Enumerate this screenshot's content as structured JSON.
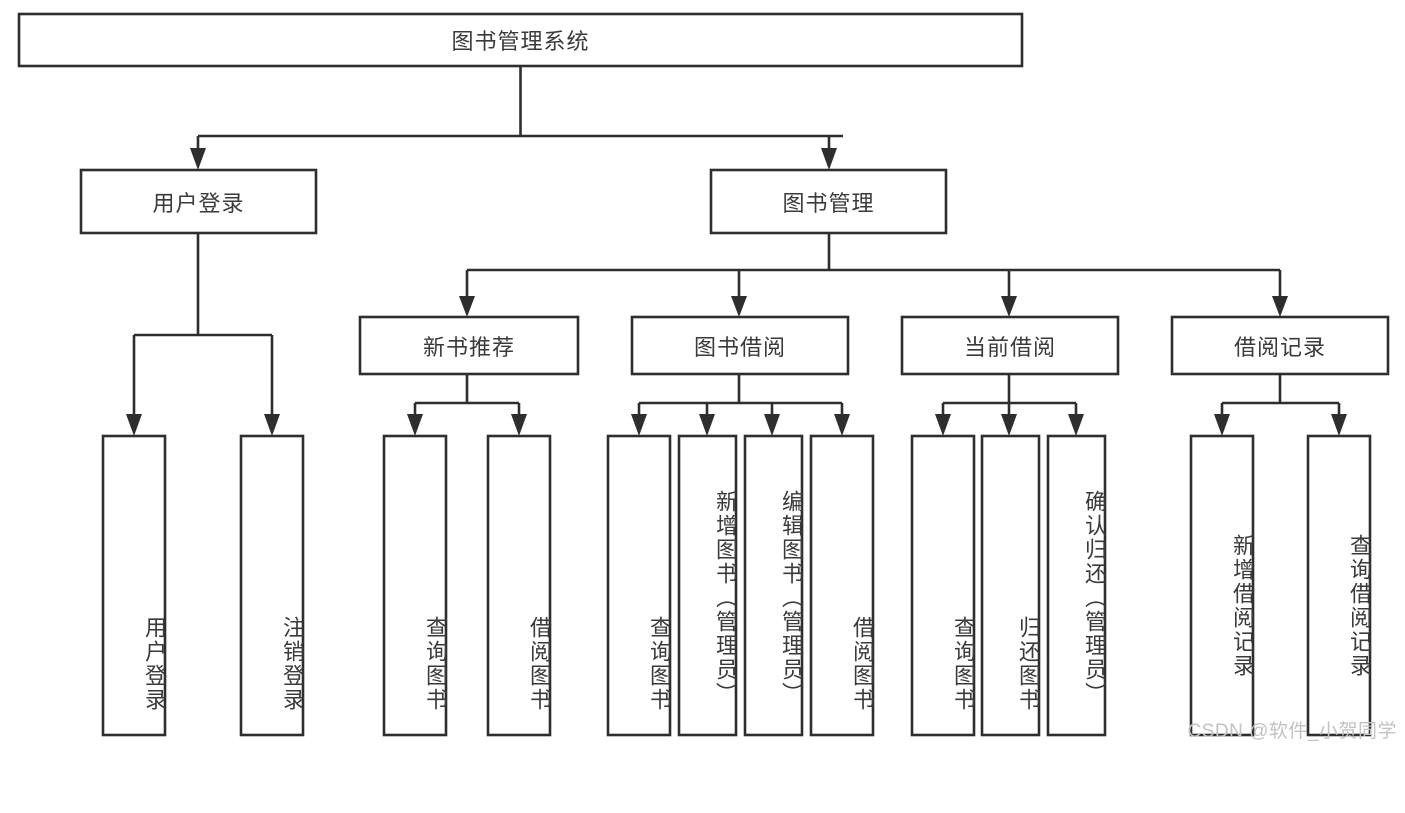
{
  "diagram": {
    "type": "tree-hierarchy-chart",
    "title": "图书管理系统",
    "watermark": "CSDN @软件_小贺同学",
    "colors": {
      "background": "#ffffff",
      "box_stroke": "#2e2e2e",
      "box_fill": "#ffffff",
      "text": "#3a3a3a",
      "watermark": "#c2c2c2"
    },
    "levels": {
      "root": {
        "label": "图书管理系统",
        "orientation": "horizontal"
      },
      "level2": [
        {
          "label": "用户登录",
          "orientation": "horizontal"
        },
        {
          "label": "图书管理",
          "orientation": "horizontal"
        }
      ],
      "level3": [
        {
          "label": "新书推荐",
          "orientation": "horizontal"
        },
        {
          "label": "图书借阅",
          "orientation": "horizontal"
        },
        {
          "label": "当前借阅",
          "orientation": "horizontal"
        },
        {
          "label": "借阅记录",
          "orientation": "horizontal"
        }
      ],
      "leaves": [
        {
          "label": "用户登录",
          "orientation": "vertical",
          "parent": "用户登录"
        },
        {
          "label": "注销登录",
          "orientation": "vertical",
          "parent": "用户登录"
        },
        {
          "label": "查询图书",
          "orientation": "vertical",
          "parent": "新书推荐"
        },
        {
          "label": "借阅图书",
          "orientation": "vertical",
          "parent": "新书推荐"
        },
        {
          "label": "查询图书",
          "orientation": "vertical",
          "parent": "图书借阅"
        },
        {
          "label": "新增图书（管理员）",
          "orientation": "vertical",
          "parent": "图书借阅"
        },
        {
          "label": "编辑图书（管理员）",
          "orientation": "vertical",
          "parent": "图书借阅"
        },
        {
          "label": "借阅图书",
          "orientation": "vertical",
          "parent": "图书借阅"
        },
        {
          "label": "查询图书",
          "orientation": "vertical",
          "parent": "当前借阅"
        },
        {
          "label": "归还图书",
          "orientation": "vertical",
          "parent": "当前借阅"
        },
        {
          "label": "确认归还（管理员）",
          "orientation": "vertical",
          "parent": "当前借阅"
        },
        {
          "label": "新增借阅记录",
          "orientation": "vertical",
          "parent": "借阅记录"
        },
        {
          "label": "查询借阅记录",
          "orientation": "vertical",
          "parent": "借阅记录"
        }
      ]
    }
  }
}
